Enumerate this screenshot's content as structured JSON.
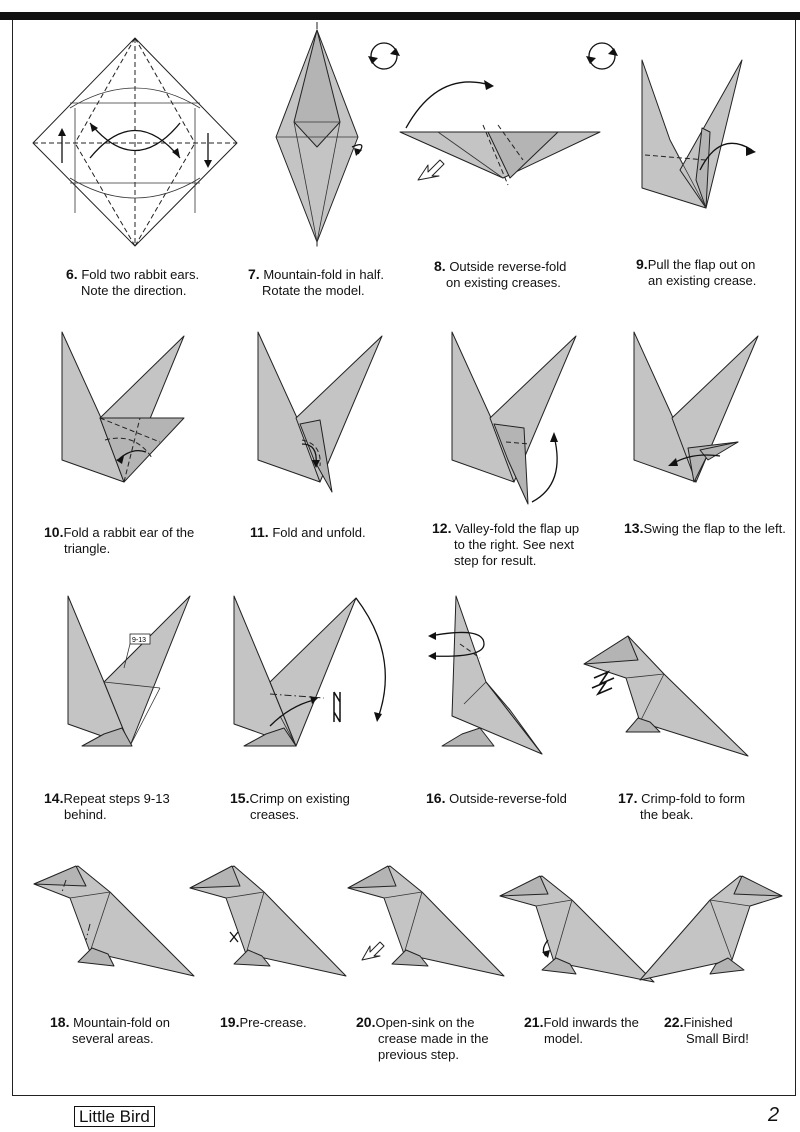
{
  "steps": [
    {
      "num": "6.",
      "line1": "Fold two rabbit ears.",
      "line2": "Note the direction."
    },
    {
      "num": "7.",
      "line1": "Mountain-fold in half.",
      "line2": "Rotate the model."
    },
    {
      "num": "8.",
      "line1": "Outside reverse-fold",
      "line2": "on existing creases."
    },
    {
      "num": "9.",
      "line1": "Pull the flap out on",
      "line2": "an existing crease."
    },
    {
      "num": "10.",
      "line1": "Fold a rabbit ear of the",
      "line2": "triangle."
    },
    {
      "num": "11.",
      "line1": "Fold and unfold.",
      "line2": ""
    },
    {
      "num": "12.",
      "line1": "Valley-fold the flap up",
      "line2": "to the right. See next",
      "line3": "step for result."
    },
    {
      "num": "13.",
      "line1": "Swing the flap to the left.",
      "line2": ""
    },
    {
      "num": "14.",
      "line1": "Repeat steps 9-13",
      "line2": "behind.",
      "ref_label": "9-13"
    },
    {
      "num": "15.",
      "line1": "Crimp on existing",
      "line2": "creases."
    },
    {
      "num": "16.",
      "line1": "Outside-reverse-fold",
      "line2": ""
    },
    {
      "num": "17.",
      "line1": "Crimp-fold to form",
      "line2": "the beak."
    },
    {
      "num": "18.",
      "line1": "Mountain-fold on",
      "line2": "several areas."
    },
    {
      "num": "19.",
      "line1": "Pre-crease.",
      "line2": ""
    },
    {
      "num": "20.",
      "line1": "Open-sink on the",
      "line2": "crease made in the",
      "line3": "previous step."
    },
    {
      "num": "21.",
      "line1": "Fold inwards the",
      "line2": "model."
    },
    {
      "num": "22.",
      "line1": "Finished",
      "line2": "Small Bird!"
    }
  ],
  "footer": {
    "title": "Little Bird",
    "page": "2"
  }
}
